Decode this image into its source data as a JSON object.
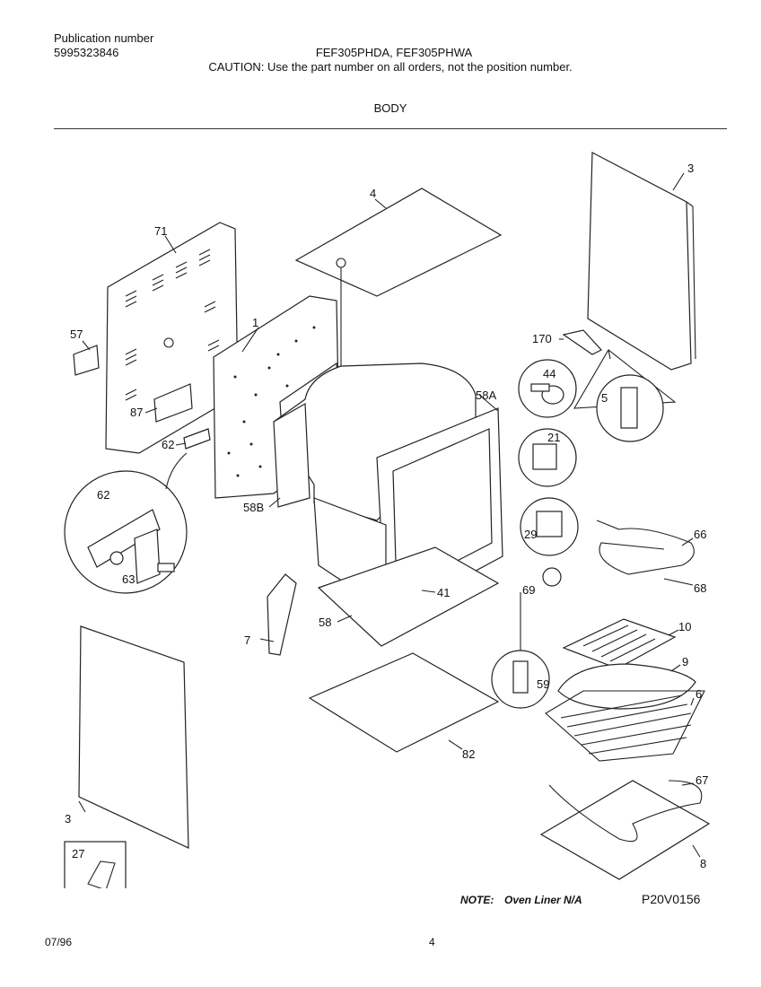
{
  "header": {
    "publication_label": "Publication number",
    "publication_number": "5995323846",
    "models": "FEF305PHDA, FEF305PHWA",
    "caution": "CAUTION:  Use the part number on all orders, not the position number.",
    "section_title": "BODY"
  },
  "callouts": [
    {
      "id": "71",
      "label": "71"
    },
    {
      "id": "57",
      "label": "57"
    },
    {
      "id": "1",
      "label": "1"
    },
    {
      "id": "87",
      "label": "87"
    },
    {
      "id": "62",
      "label": "62"
    },
    {
      "id": "62-detail",
      "label": "62"
    },
    {
      "id": "63",
      "label": "63"
    },
    {
      "id": "4",
      "label": "4"
    },
    {
      "id": "3-top",
      "label": "3"
    },
    {
      "id": "170",
      "label": "170"
    },
    {
      "id": "44",
      "label": "44"
    },
    {
      "id": "5",
      "label": "5"
    },
    {
      "id": "58A",
      "label": "58A"
    },
    {
      "id": "21",
      "label": "21"
    },
    {
      "id": "58B",
      "label": "58B"
    },
    {
      "id": "29",
      "label": "29"
    },
    {
      "id": "66",
      "label": "66"
    },
    {
      "id": "68",
      "label": "68"
    },
    {
      "id": "69",
      "label": "69"
    },
    {
      "id": "41",
      "label": "41"
    },
    {
      "id": "7",
      "label": "7"
    },
    {
      "id": "58",
      "label": "58"
    },
    {
      "id": "10",
      "label": "10"
    },
    {
      "id": "9",
      "label": "9"
    },
    {
      "id": "6",
      "label": "6"
    },
    {
      "id": "59",
      "label": "59"
    },
    {
      "id": "82",
      "label": "82"
    },
    {
      "id": "67",
      "label": "67"
    },
    {
      "id": "3-bottom",
      "label": "3"
    },
    {
      "id": "8",
      "label": "8"
    },
    {
      "id": "27",
      "label": "27"
    }
  ],
  "footer": {
    "note_label": "NOTE:",
    "note_text": "Oven Liner N/A",
    "figure_code": "P20V0156",
    "date": "07/96",
    "page_number": "4"
  }
}
